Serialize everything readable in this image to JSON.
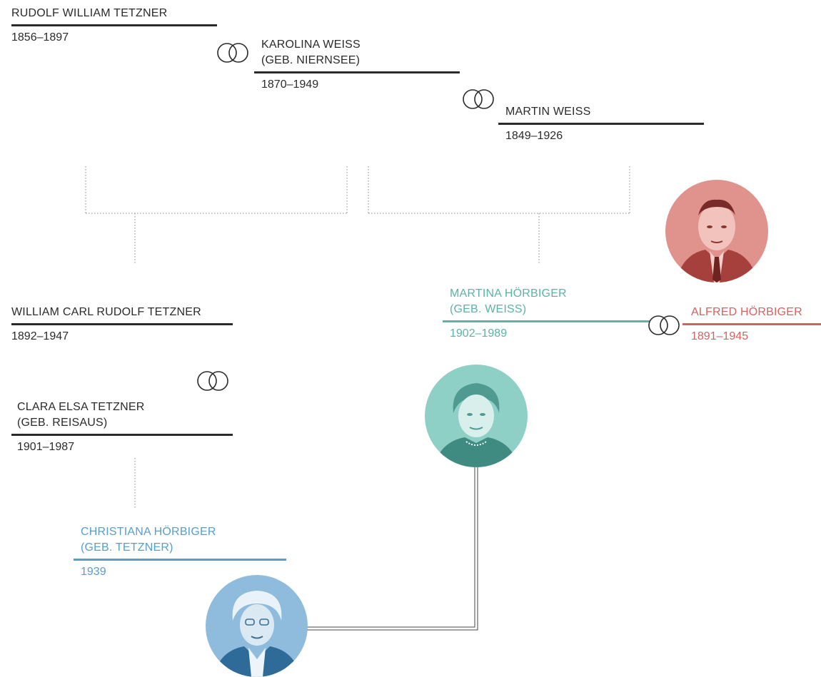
{
  "people": {
    "rudolf": {
      "name": "RUDOLF WILLIAM TETZNER",
      "years": "1856–1897"
    },
    "karolina": {
      "name": "KAROLINA WEISS\n(GEB. NIERNSEE)",
      "years": "1870–1949"
    },
    "martin": {
      "name": "MARTIN WEISS",
      "years": "1849–1926"
    },
    "william": {
      "name": "WILLIAM CARL RUDOLF TETZNER",
      "years": "1892–1947"
    },
    "clara": {
      "name": "CLARA ELSA TETZNER\n(GEB. REISAUS)",
      "years": "1901–1987"
    },
    "martina": {
      "name": "MARTINA HÖRBIGER\n(GEB. WEISS)",
      "years": "1902–1989"
    },
    "alfred": {
      "name": "ALFRED HÖRBIGER",
      "years": "1891–1945"
    },
    "christiana": {
      "name": "CHRISTIANA HÖRBIGER\n(GEB. TETZNER)",
      "years": "1939"
    }
  },
  "colors": {
    "dark": "#2b2b2b",
    "teal": "#5bb3a8",
    "red": "#d26360",
    "blue": "#5a9ec8"
  },
  "icons": {
    "marriage": "marriage-rings-icon",
    "portraits": [
      "alfred-portrait",
      "martina-portrait",
      "christiana-portrait"
    ]
  }
}
